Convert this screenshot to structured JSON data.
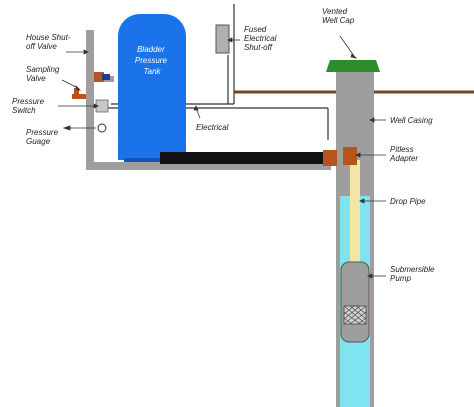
{
  "colors": {
    "tank": "#1a73e8",
    "casing": "#9e9e9e",
    "cap": "#2e8b2e",
    "water": "#7fe3f0",
    "pipe": "#111111",
    "plumbing": "#9e9e9e",
    "valve": "#b5541b",
    "drop_pipe": "#f3e6a4",
    "ground": "#6b4a2b"
  },
  "labels": {
    "house_shutoff": [
      "House Shut-",
      "off Valve"
    ],
    "sampling_valve": [
      "Sampling",
      "Valve"
    ],
    "pressure_switch": [
      "Pressure",
      "Switch"
    ],
    "pressure_gauge": [
      "Pressure",
      "Guage"
    ],
    "tank": [
      "Bladder",
      "Pressure",
      "Tank"
    ],
    "fused_shutoff": [
      "Fused",
      "Electrical",
      "Shut-off"
    ],
    "electrical": "Electrical",
    "vented_cap": [
      "Vented",
      "Well Cap"
    ],
    "well_casing": "Well Casing",
    "pitless": [
      "Pitless",
      "Adapter"
    ],
    "drop_pipe": "Drop Pipe",
    "pump": [
      "Submersible",
      "Pump"
    ]
  }
}
